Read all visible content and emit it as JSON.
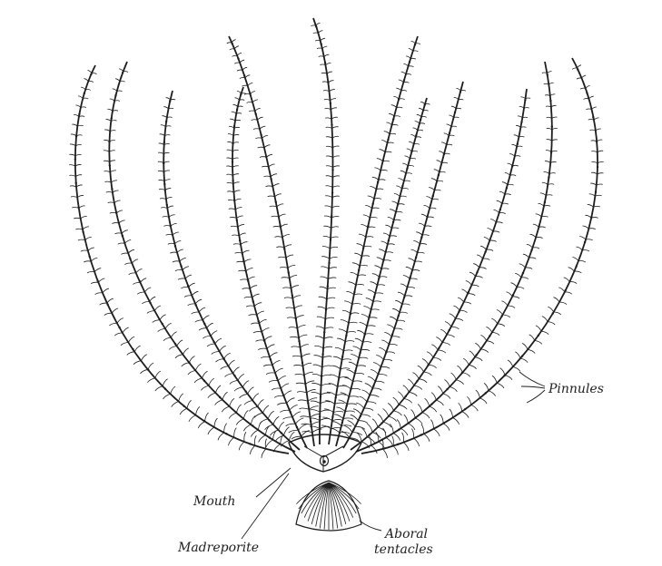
{
  "labels": {
    "pinnules": "Pinnules",
    "mouth": "Mouth",
    "madreporite": "Madreporite",
    "aboral_line1": "Aboral",
    "aboral_line2": "tentacles"
  },
  "colors": {
    "ink": "#1e1e1e",
    "background": "#ffffff"
  }
}
